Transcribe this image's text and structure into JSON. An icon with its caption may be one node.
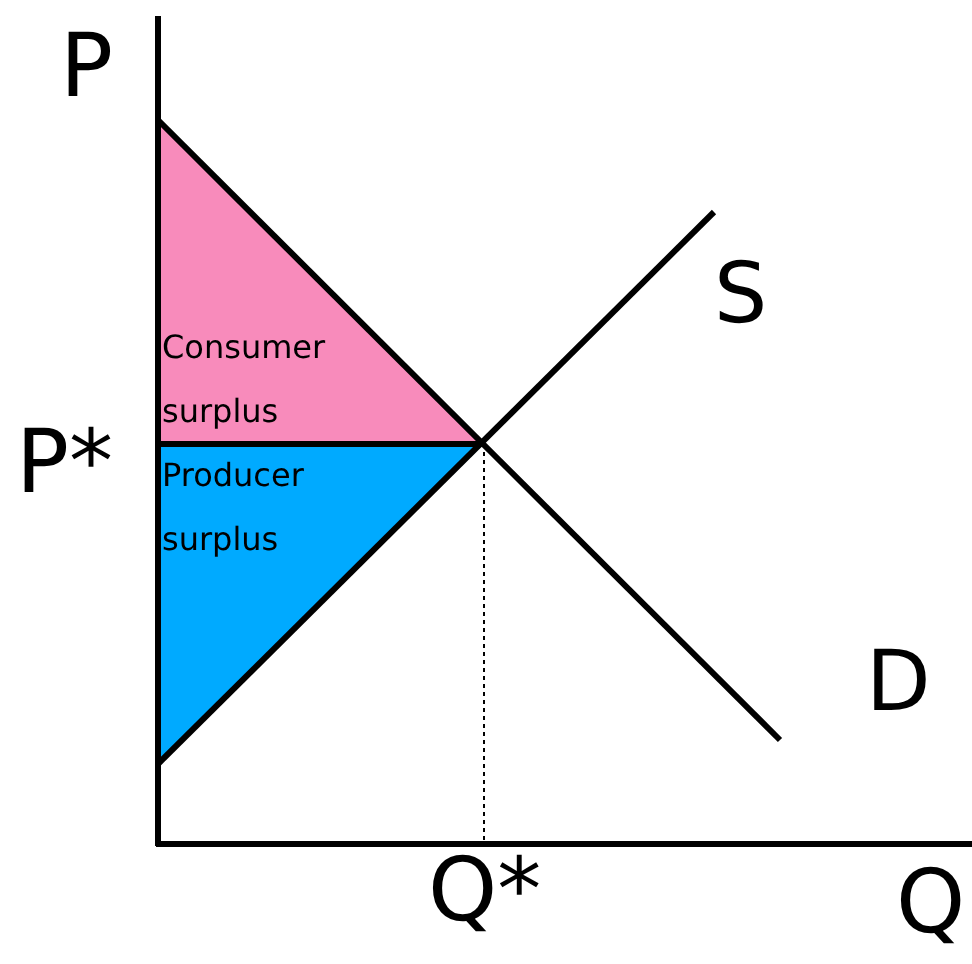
{
  "diagram": {
    "nodes": [
      {
        "text": [
          "Consumer surplus"
        ]
      },
      {
        "text": [
          "Producer surplus"
        ]
      }
    ],
    "labels": [
      "P",
      "S",
      "P*",
      "D",
      "Q*",
      "Q"
    ]
  }
}
